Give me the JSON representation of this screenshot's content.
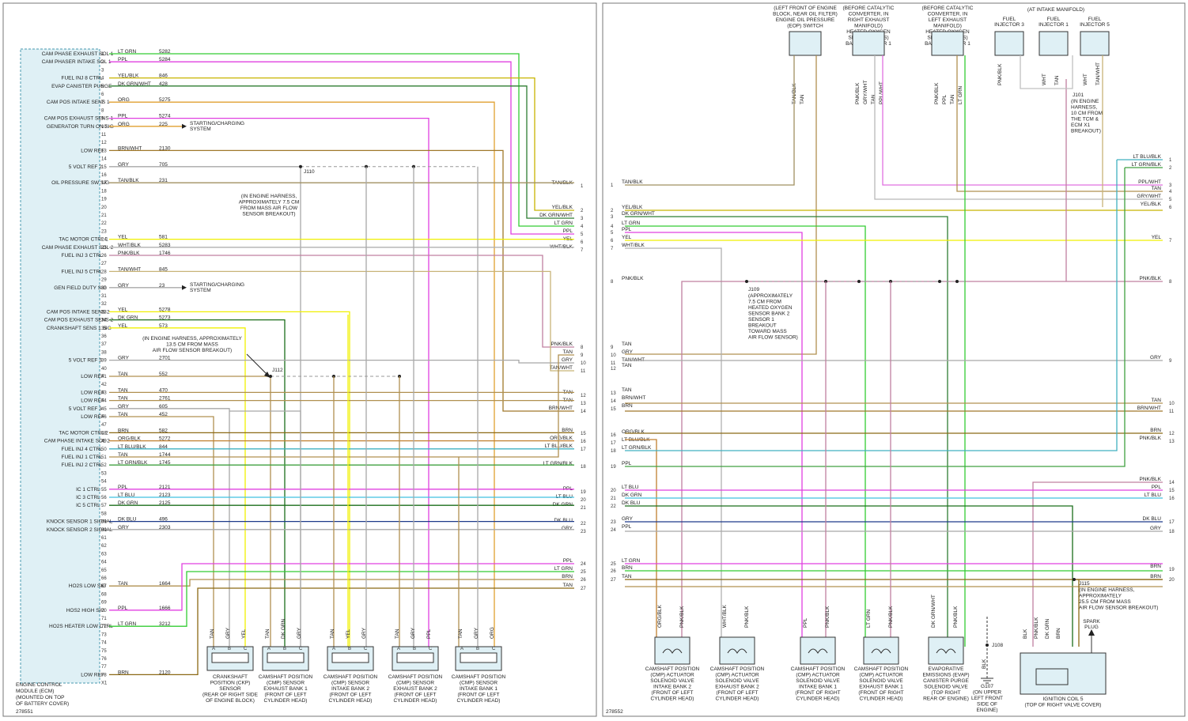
{
  "left_panel": {
    "id": "278551",
    "ecm_label": [
      "ENGINE CONTROL",
      "MODULE (ECM)",
      "(MOUNTED ON TOP",
      "OF BATTERY COVER)"
    ],
    "ecm_pins": [
      {
        "pin": "1",
        "name": "CAM PHASE EXHAUST SOL 1",
        "color": "LT GRN",
        "circuit": "5282",
        "hex": "#33cc33"
      },
      {
        "pin": "2",
        "name": "CAM PHASER INTAKE SOL 1",
        "color": "PPL",
        "circuit": "5284",
        "hex": "#e040e0"
      },
      {
        "pin": "4",
        "name": "FUEL INJ 8 CTRL",
        "color": "YEL/BLK",
        "circuit": "846",
        "hex": "#c8b400"
      },
      {
        "pin": "5",
        "name": "EVAP CANISTER PURGE",
        "color": "DK GRN/WHT",
        "circuit": "428",
        "hex": "#2e7d32"
      },
      {
        "pin": "7",
        "name": "CAM POS INTAKE SENS 1",
        "color": "ORG",
        "circuit": "5275",
        "hex": "#e0a030"
      },
      {
        "pin": "9",
        "name": "CAM POS EXHAUST SENS 1",
        "color": "PPL",
        "circuit": "5274",
        "hex": "#e040e0"
      },
      {
        "pin": "10",
        "name": "GENERATOR TURN ON SIG",
        "color": "ORG",
        "circuit": "225",
        "hex": "#e0a030"
      },
      {
        "pin": "13",
        "name": "LOW REF",
        "color": "BRN/WHT",
        "circuit": "2130",
        "hex": "#a0782a"
      },
      {
        "pin": "15",
        "name": "5 VOLT REF 2",
        "color": "GRY",
        "circuit": "705",
        "hex": "#a8a8a8"
      },
      {
        "pin": "17",
        "name": "OIL PRESSURE SW SIG",
        "color": "TAN/BLK",
        "circuit": "231",
        "hex": "#a09060"
      },
      {
        "pin": "24",
        "name": "TAC MOTOR CTRL 1",
        "color": "YEL",
        "circuit": "581",
        "hex": "#f0f000"
      },
      {
        "pin": "25",
        "name": "CAM PHASE EXHAUST SOL 2",
        "color": "WHT/BLK",
        "circuit": "5283",
        "hex": "#b0b0b0"
      },
      {
        "pin": "26",
        "name": "FUEL INJ 3 CTRL",
        "color": "PNK/BLK",
        "circuit": "1746",
        "hex": "#c080a0"
      },
      {
        "pin": "28",
        "name": "FUEL INJ 5 CTRL",
        "color": "TAN/WHT",
        "circuit": "845",
        "hex": "#c8b478"
      },
      {
        "pin": "30",
        "name": "GEN FIELD DUTY SIG",
        "color": "GRY",
        "circuit": "23",
        "hex": "#a8a8a8"
      },
      {
        "pin": "33",
        "name": "CAM POS INTAKE SENS 2",
        "color": "YEL",
        "circuit": "5278",
        "hex": "#f0f000"
      },
      {
        "pin": "34",
        "name": "CAM POS EXHAUST SENS 2",
        "color": "DK GRN",
        "circuit": "5273",
        "hex": "#1b6e1b"
      },
      {
        "pin": "35",
        "name": "CRANKSHAFT SENS 1 SIG",
        "color": "YEL",
        "circuit": "573",
        "hex": "#f0f000"
      },
      {
        "pin": "39",
        "name": "5 VOLT REF 3",
        "color": "GRY",
        "circuit": "2701",
        "hex": "#a8a8a8"
      },
      {
        "pin": "41",
        "name": "LOW REF",
        "color": "TAN",
        "circuit": "552",
        "hex": "#b09050"
      },
      {
        "pin": "43",
        "name": "LOW REF",
        "color": "TAN",
        "circuit": "470",
        "hex": "#b09050"
      },
      {
        "pin": "44",
        "name": "LOW REF",
        "color": "TAN",
        "circuit": "2761",
        "hex": "#b09050"
      },
      {
        "pin": "45",
        "name": "5 VOLT REF 3",
        "color": "GRY",
        "circuit": "605",
        "hex": "#a8a8a8"
      },
      {
        "pin": "46",
        "name": "LOW REF",
        "color": "TAN",
        "circuit": "452",
        "hex": "#b09050"
      },
      {
        "pin": "48",
        "name": "TAC MOTOR CTRL 2",
        "color": "BRN",
        "circuit": "582",
        "hex": "#8b6914"
      },
      {
        "pin": "49",
        "name": "CAM PHASE INTAKE SOL 2",
        "color": "ORG/BLK",
        "circuit": "5272",
        "hex": "#c08030"
      },
      {
        "pin": "50",
        "name": "FUEL INJ 4 CTRL",
        "color": "LT BLU/BLK",
        "circuit": "844",
        "hex": "#40b0c0"
      },
      {
        "pin": "51",
        "name": "FUEL INJ 1 CTRL",
        "color": "TAN",
        "circuit": "1744",
        "hex": "#b09050"
      },
      {
        "pin": "52",
        "name": "FUEL INJ 2 CTRL",
        "color": "LT GRN/BLK",
        "circuit": "1745",
        "hex": "#40a040"
      },
      {
        "pin": "55",
        "name": "IC 1 CTRL",
        "color": "PPL",
        "circuit": "2121",
        "hex": "#e040e0"
      },
      {
        "pin": "56",
        "name": "IC 3 CTRL",
        "color": "LT BLU",
        "circuit": "2123",
        "hex": "#40c0e0"
      },
      {
        "pin": "57",
        "name": "IC 5 CTRL",
        "color": "DK GRN",
        "circuit": "2125",
        "hex": "#1b6e1b"
      },
      {
        "pin": "59",
        "name": "KNOCK SENSOR 1 SIGNAL",
        "color": "DK BLU",
        "circuit": "496",
        "hex": "#1e3a8a"
      },
      {
        "pin": "60",
        "name": "KNOCK SENSOR 2 SIGNAL",
        "color": "GRY",
        "circuit": "2303",
        "hex": "#a8a8a8"
      },
      {
        "pin": "67",
        "name": "HO2S LOW SIG",
        "color": "TAN",
        "circuit": "1664",
        "hex": "#b09050"
      },
      {
        "pin": "70",
        "name": "HOS2 HIGH SIG",
        "color": "PPL",
        "circuit": "1666",
        "hex": "#e040e0"
      },
      {
        "pin": "72",
        "name": "HO2S HEATER LOW CTRL",
        "color": "LT GRN",
        "circuit": "3212",
        "hex": "#33cc33"
      },
      {
        "pin": "78",
        "name": "LOW REF",
        "color": "BRN",
        "circuit": "2120",
        "hex": "#8b6914"
      }
    ],
    "splice_j110_note": [
      "(IN ENGINE HARNESS,",
      "APPROXIMATELY 7.5 CM",
      "FROM MASS AIR FLOW",
      "SENSOR BREAKOUT)"
    ],
    "splice_j110": "J110",
    "splice_j112_note": [
      "(IN ENGINE HARNESS, APPROXIMATELY",
      "13.5 CM FROM MASS",
      "AIR FLOW SENSOR BREAKOUT)"
    ],
    "splice_j112": "J112",
    "starting_charging": [
      "STARTING/CHARGING",
      "SYSTEM"
    ],
    "right_edge_connectors": [
      {
        "n": "1",
        "label": "TAN/BLK"
      },
      {
        "n": "2",
        "label": "YEL/BLK"
      },
      {
        "n": "3",
        "label": "DK GRN/WHT"
      },
      {
        "n": "4",
        "label": "LT GRN"
      },
      {
        "n": "5",
        "label": "PPL"
      },
      {
        "n": "6",
        "label": "YEL"
      },
      {
        "n": "7",
        "label": "WHT/BLK"
      },
      {
        "n": "8",
        "label": "PNK/BLK"
      },
      {
        "n": "9",
        "label": "TAN"
      },
      {
        "n": "10",
        "label": "GRY"
      },
      {
        "n": "11",
        "label": "TAN/WHT"
      },
      {
        "n": "12",
        "label": "TAN"
      },
      {
        "n": "13",
        "label": "TAN"
      },
      {
        "n": "14",
        "label": "BRN/WHT"
      },
      {
        "n": "15",
        "label": "BRN"
      },
      {
        "n": "16",
        "label": "ORG/BLK"
      },
      {
        "n": "17",
        "label": "LT BLU/BLK"
      },
      {
        "n": "18",
        "label": "LT GRN/BLK"
      },
      {
        "n": "19",
        "label": "PPL"
      },
      {
        "n": "20",
        "label": "LT BLU"
      },
      {
        "n": "21",
        "label": "DK GRN"
      },
      {
        "n": "22",
        "label": "DK BLU"
      },
      {
        "n": "23",
        "label": "GRY"
      },
      {
        "n": "24",
        "label": "PPL"
      },
      {
        "n": "25",
        "label": "LT GRN"
      },
      {
        "n": "26",
        "label": "BRN"
      },
      {
        "n": "27",
        "label": "TAN"
      }
    ],
    "sensors": [
      {
        "wires": [
          "TAN",
          "GRY",
          "YEL"
        ],
        "label": [
          "CRANKSHAFT",
          "POSITION (CKP)",
          "SENSOR",
          "(REAR OF RIGHT SIDE",
          "OF ENGINE BLOCK)"
        ]
      },
      {
        "wires": [
          "TAN",
          "DK GRN",
          "GRY"
        ],
        "label": [
          "CAMSHAFT POSITION",
          "(CMP) SENSOR",
          "EXHAUST BANK 1",
          "(FRONT OF LEFT",
          "CYLINDER HEAD)"
        ]
      },
      {
        "wires": [
          "TAN",
          "YEL",
          "GRY"
        ],
        "label": [
          "CAMSHAFT POSITION",
          "(CMP) SENSOR",
          "INTAKE BANK 2",
          "(FRONT OF LEFT",
          "CYLINDER HEAD)"
        ]
      },
      {
        "wires": [
          "TAN",
          "GRY",
          "PPL"
        ],
        "label": [
          "CAMSHAFT POSITION",
          "(CMP) SENSOR",
          "EXHAUST BANK 2",
          "(FRONT OF LEFT",
          "CYLINDER HEAD)"
        ]
      },
      {
        "wires": [
          "TAN",
          "GRY",
          "ORG"
        ],
        "label": [
          "CAMSHAFT POSITION",
          "(CMP) SENSOR",
          "INTAKE BANK 1",
          "(FRONT OF LEFT",
          "CYLINDER HEAD)"
        ]
      }
    ]
  },
  "right_panel": {
    "id": "278552",
    "top_components": [
      {
        "label": [
          "(LEFT FRONT OF ENGINE",
          "BLOCK, NEAR OIL FILTER)",
          "ENGINE OIL PRESSURE",
          "(EOP) SWITCH"
        ],
        "wires": [
          "TAN/BLK",
          "TAN"
        ]
      },
      {
        "label": [
          "(BEFORE CATALYTIC",
          "CONVERTER, IN",
          "RIGHT EXHAUST",
          "MANIFOLD)",
          "HEATED OXYGEN",
          "SENSOR (HO2S)",
          "BANK 1 SENSOR 1"
        ],
        "wires": [
          "PNK/BLK",
          "GRY/WHT",
          "TAN",
          "PPL/WHT"
        ]
      },
      {
        "label": [
          "(BEFORE CATALYTIC",
          "CONVERTER, IN",
          "LEFT EXHAUST",
          "MANIFOLD)",
          "HEATED OXYGEN",
          "SENSOR (HO2S)",
          "BANK 2 SENSOR 1"
        ],
        "wires": [
          "PNK/BLK",
          "PPL",
          "TAN",
          "LT GRN"
        ]
      }
    ],
    "intake_manifold": "(AT INTAKE MANIFOLD)",
    "injectors": [
      {
        "label": [
          "FUEL",
          "INJECTOR 3"
        ],
        "wires": [
          "PNK/BLK"
        ]
      },
      {
        "label": [
          "FUEL",
          "INJECTOR 1"
        ],
        "wires": [
          "WHT",
          "TAN"
        ]
      },
      {
        "label": [
          "FUEL",
          "INJECTOR 5"
        ],
        "wires": [
          "WHT",
          "TAN/WHT"
        ]
      }
    ],
    "j101": "J101",
    "j101_note": [
      "(IN ENGINE",
      "HARNESS,",
      "10 CM FROM",
      "THE TCM &",
      "ECM X1",
      "BREAKOUT)"
    ],
    "j109": "J109",
    "j109_note": [
      "(APPROXIMATELY",
      "7.5 CM FROM",
      "HEATED OXYGEN",
      "SENSOR BANK 2",
      "SENSOR 1",
      "BREAKOUT",
      "TOWARD MASS",
      "AIR FLOW SENSOR)"
    ],
    "j115": "J115",
    "j115_note": [
      "(IN ENGINE HARNESS,",
      "APPROXIMATELY",
      "25.5 CM FROM MASS",
      "AIR FLOW SENSOR BREAKOUT)"
    ],
    "left_edge": [
      {
        "n": "1",
        "label": "TAN/BLK"
      },
      {
        "n": "2",
        "label": "YEL/BLK"
      },
      {
        "n": "3",
        "label": "DK GRN/WHT"
      },
      {
        "n": "4",
        "label": "LT GRN"
      },
      {
        "n": "5",
        "label": "PPL"
      },
      {
        "n": "6",
        "label": "YEL"
      },
      {
        "n": "7",
        "label": "WHT/BLK"
      },
      {
        "n": "8",
        "label": "PNK/BLK"
      },
      {
        "n": "9",
        "label": "TAN"
      },
      {
        "n": "10",
        "label": "GRY"
      },
      {
        "n": "11",
        "label": "TAN/WHT"
      },
      {
        "n": "12",
        "label": "TAN"
      },
      {
        "n": "13",
        "label": "TAN"
      },
      {
        "n": "14",
        "label": "BRN/WHT"
      },
      {
        "n": "15",
        "label": "BRN"
      },
      {
        "n": "16",
        "label": "ORG/BLK"
      },
      {
        "n": "17",
        "label": "LT BLU/BLK"
      },
      {
        "n": "18",
        "label": "LT GRN/BLK"
      },
      {
        "n": "19",
        "label": "PPL"
      },
      {
        "n": "20",
        "label": "LT BLU"
      },
      {
        "n": "21",
        "label": "DK GRN"
      },
      {
        "n": "22",
        "label": "DK BLU"
      },
      {
        "n": "23",
        "label": "GRY"
      },
      {
        "n": "24",
        "label": "PPL"
      },
      {
        "n": "25",
        "label": "LT GRN"
      },
      {
        "n": "26",
        "label": "BRN"
      },
      {
        "n": "27",
        "label": "TAN"
      }
    ],
    "right_edge": [
      {
        "n": "1",
        "label": "LT BLU/BLK"
      },
      {
        "n": "2",
        "label": "LT GRN/BLK"
      },
      {
        "n": "3",
        "label": "PPL/WHT"
      },
      {
        "n": "4",
        "label": "TAN"
      },
      {
        "n": "5",
        "label": "GRY/WHT"
      },
      {
        "n": "6",
        "label": "YEL/BLK"
      },
      {
        "n": "7",
        "label": "YEL"
      },
      {
        "n": "8",
        "label": "PNK/BLK"
      },
      {
        "n": "9",
        "label": "GRY"
      },
      {
        "n": "10",
        "label": "TAN"
      },
      {
        "n": "11",
        "label": "BRN/WHT"
      },
      {
        "n": "12",
        "label": "BRN"
      },
      {
        "n": "13",
        "label": "PNK/BLK"
      },
      {
        "n": "14",
        "label": "PNK/BLK"
      },
      {
        "n": "15",
        "label": "PPL"
      },
      {
        "n": "16",
        "label": "LT BLU"
      },
      {
        "n": "17",
        "label": "DK BLU"
      },
      {
        "n": "18",
        "label": "GRY"
      },
      {
        "n": "19",
        "label": "BRN"
      },
      {
        "n": "20",
        "label": "BRN"
      }
    ],
    "solenoids": [
      {
        "wires": [
          "ORG/BLK",
          "PNK/BLK"
        ],
        "label": [
          "CAMSHAFT POSITION",
          "(CMP) ACTUATOR",
          "SOLENOID VALVE",
          "INTAKE BANK 2",
          "(FRONT OF LEFT",
          "CYLINDER HEAD)"
        ]
      },
      {
        "wires": [
          "WHT/BLK",
          "PNK/BLK"
        ],
        "label": [
          "CAMSHAFT POSITION",
          "(CMP) ACTUATOR",
          "SOLENOID VALVE",
          "EXHAUST BANK 2",
          "(FRONT OF LEFT",
          "CYLINDER HEAD)"
        ]
      },
      {
        "wires": [
          "PPL",
          "PNK/BLK"
        ],
        "label": [
          "CAMSHAFT POSITION",
          "(CMP) ACTUATOR",
          "SOLENOID VALVE",
          "INTAKE BANK 1",
          "(FRONT OF RIGHT",
          "CYLINDER HEAD)"
        ]
      },
      {
        "wires": [
          "LT GRN",
          "PNK/BLK"
        ],
        "label": [
          "CAMSHAFT POSITION",
          "(CMP) ACTUATOR",
          "SOLENOID VALVE",
          "EXHAUST BANK 1",
          "(FRONT OF RIGHT",
          "CYLINDER HEAD)"
        ]
      },
      {
        "wires": [
          "DK GRN/WHT",
          "PNK/BLK"
        ],
        "label": [
          "EVAPORATIVE",
          "EMISSIONS (EVAP)",
          "CANISTER PURGE",
          "SOLENOID VALVE",
          "(TOP RIGHT",
          "REAR OF ENGINE)"
        ]
      }
    ],
    "ground": {
      "splice": "J108",
      "wire": "BLK",
      "label": [
        "G107",
        "(ON UPPER",
        "LEFT FRONT",
        "SIDE OF",
        "ENGINE)"
      ]
    },
    "coil": {
      "wires": [
        "BLK",
        "PNK/BLK",
        "DK GRN",
        "BRN"
      ],
      "spark_plug": [
        "SPARK",
        "PLUG"
      ],
      "label": [
        "IGNITION COIL 5",
        "(TOP OF RIGHT VALVE COVER)"
      ]
    }
  }
}
